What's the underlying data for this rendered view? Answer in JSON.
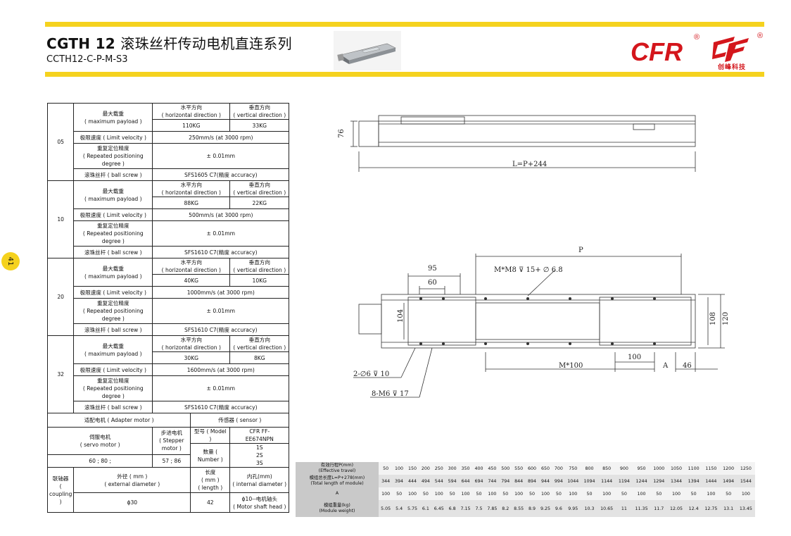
{
  "header": {
    "title_model": "CGTH 12",
    "title_cn": "滚珠丝杆传动电机直连系列",
    "subtitle": "CCTH12-C-P-M-S3",
    "logo_text_1": "CFR",
    "logo_text_2": "CF",
    "logo_cn": "创峰科技",
    "registered": "®",
    "page_number": "41"
  },
  "spec_table": {
    "leads": [
      {
        "lead": "05",
        "payload_h": "110KG",
        "payload_v": "33KG",
        "velocity": "250mm/s (at 3000 rpm)",
        "accuracy": "± 0.01mm",
        "screw": "SFS1605 C7(精度 accuracy)"
      },
      {
        "lead": "10",
        "payload_h": "88KG",
        "payload_v": "22KG",
        "velocity": "500mm/s (at 3000 rpm)",
        "accuracy": "± 0.01mm",
        "screw": "SFS1610 C7(精度 accuracy)"
      },
      {
        "lead": "20",
        "payload_h": "40KG",
        "payload_v": "10KG",
        "velocity": "1000mm/s (at 3000 rpm)",
        "accuracy": "± 0.01mm",
        "screw": "SFS1610 C7(精度 accuracy)"
      },
      {
        "lead": "32",
        "payload_h": "30KG",
        "payload_v": "8KG",
        "velocity": "1600mm/s (at 3000 rpm)",
        "accuracy": "± 0.01mm",
        "screw": "SFS1610 C7(精度 accuracy)"
      }
    ],
    "labels": {
      "max_payload": "最大载重\n( maximum payload )",
      "horizontal": "水平方向\n( horizontal direction )",
      "vertical": "垂直方向\n( vertical direction )",
      "limit_velocity": "极限速度 ( Limit velocity )",
      "repeat_pos": "重复定位精度\n( Repeated positioning\ndegree )",
      "ball_screw": "滚珠丝杆 ( ball screw )",
      "adapter_motor": "适配电机 ( Adapter motor )",
      "sensor": "传感器 ( sensor )",
      "servo_motor": "伺服电机\n( servo motor )",
      "stepper_motor": "步进电机\n( Stepper motor )",
      "model": "型号 ( Model )",
      "sensor_model": "CFR FF-\nEE674NPN",
      "number": "数量 ( Number )",
      "number_values": "1S\n2S\n3S",
      "servo_values": "60 ; 80 ;",
      "stepper_values": "57 ; 86",
      "coupling": "联轴器\n( coupling )",
      "outer_dia": "外径 ( mm )\n( external diameter )",
      "length": "长度\n( mm )\n( length )",
      "inner_dia": "内孔(mm)\n( internal diameter )",
      "outer_val": "ϕ30",
      "length_val": "42",
      "inner_val": "ϕ10--电机轴头\n( Motor shaft head )"
    }
  },
  "drawing": {
    "dim_76": "76",
    "dim_L": "L=P+244",
    "dim_P": "P",
    "dim_95": "95",
    "dim_60": "60",
    "dim_m8": "M*M8 ⊽ 15+ ∅ 6.8",
    "dim_104": "104",
    "dim_108": "108",
    "dim_120": "120",
    "dim_100": "100",
    "dim_M100": "M*100",
    "dim_A": "A",
    "dim_46": "46",
    "dim_hole1": "2-∅6 ⊽ 10",
    "dim_hole2": "8-M6 ⊽ 17"
  },
  "stroke_table": {
    "row_labels": [
      "有效行程P(mm)\n(Effective travel)",
      "模组总长度L=P+278(mm)\n(Total length of module)",
      "A",
      "模组重量(kg)\n(Module weight)"
    ],
    "travel": [
      "50",
      "100",
      "150",
      "200",
      "250",
      "300",
      "350",
      "400",
      "450",
      "500",
      "550",
      "600",
      "650",
      "700",
      "750",
      "800",
      "850",
      "900",
      "950",
      "1000",
      "1050",
      "1100",
      "1150",
      "1200",
      "1250"
    ],
    "total_length": [
      "344",
      "394",
      "444",
      "494",
      "544",
      "594",
      "644",
      "694",
      "744",
      "794",
      "844",
      "894",
      "944",
      "994",
      "1044",
      "1094",
      "1144",
      "1194",
      "1244",
      "1294",
      "1344",
      "1394",
      "1444",
      "1494",
      "1544"
    ],
    "a_values": [
      "100",
      "50",
      "100",
      "50",
      "100",
      "50",
      "100",
      "50",
      "100",
      "50",
      "100",
      "50",
      "100",
      "50",
      "100",
      "50",
      "100",
      "50",
      "100",
      "50",
      "100",
      "50",
      "100",
      "50",
      "100"
    ],
    "weight": [
      "5.05",
      "5.4",
      "5.75",
      "6.1",
      "6.45",
      "6.8",
      "7.15",
      "7.5",
      "7.85",
      "8.2",
      "8.55",
      "8.9",
      "9.25",
      "9.6",
      "9.95",
      "10.3",
      "10.65",
      "11",
      "11.35",
      "11.7",
      "12.05",
      "12.4",
      "12.75",
      "13.1",
      "13.45"
    ]
  }
}
